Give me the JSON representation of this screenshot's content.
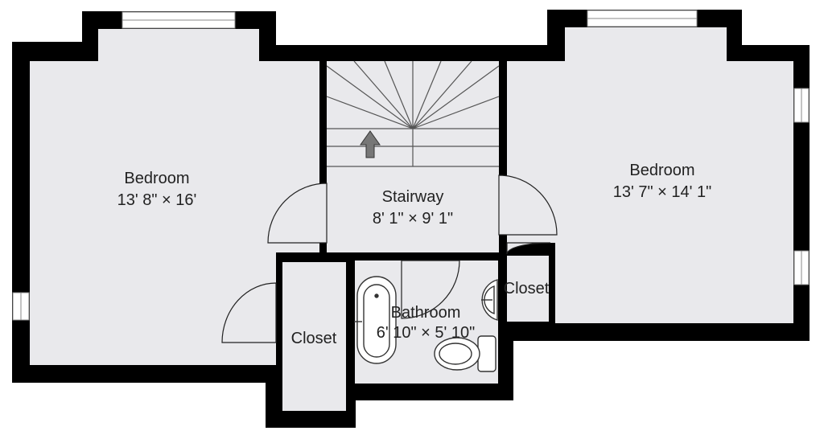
{
  "floorplan": {
    "colors": {
      "wall": "#000000",
      "floor": "#e9e9ec",
      "fixture": "#ffffff",
      "line": "#333333"
    },
    "rooms": {
      "bedroom_left": {
        "name": "Bedroom",
        "size": "13' 8\" × 16'"
      },
      "stairway": {
        "name": "Stairway",
        "size": "8' 1\" × 9' 1\""
      },
      "bedroom_right": {
        "name": "Bedroom",
        "size": "13' 7\" × 14' 1\""
      },
      "bathroom": {
        "name": "Bathroom",
        "size": "6' 10\" × 5' 10\""
      },
      "closet_left": {
        "name": "Closet"
      },
      "closet_right": {
        "name": "Closet"
      }
    },
    "icons": [
      "up-arrow-icon",
      "bathtub-icon",
      "sink-icon",
      "toilet-icon"
    ]
  }
}
